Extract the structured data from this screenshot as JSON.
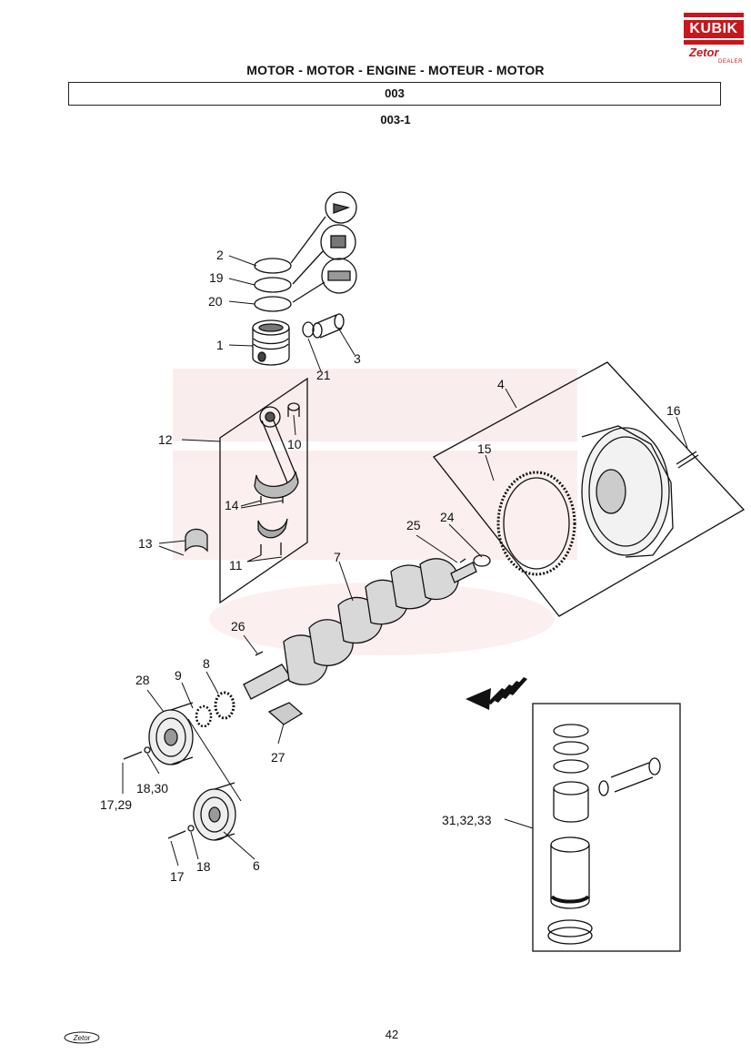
{
  "header": {
    "title": "MOTOR - MOTOR - ENGINE - MOTEUR - MOTOR",
    "section_code": "003",
    "figure_code": "003-1"
  },
  "brand": {
    "logo_text": "KUBIK",
    "sub_logo": "Zetor",
    "dealer_text": "DEALER",
    "color": "#c8161d"
  },
  "part_labels": {
    "p1": "1",
    "p2": "2",
    "p3": "3",
    "p4": "4",
    "p6": "6",
    "p7": "7",
    "p8": "8",
    "p9": "9",
    "p10": "10",
    "p11": "11",
    "p12": "12",
    "p13": "13",
    "p14": "14",
    "p15": "15",
    "p16": "16",
    "p17": "17",
    "p17_29": "17,29",
    "p18": "18",
    "p18_30": "18,30",
    "p19": "19",
    "p20": "20",
    "p21": "21",
    "p24": "24",
    "p25": "25",
    "p26": "26",
    "p27": "27",
    "p28": "28",
    "p31_32_33": "31,32,33"
  },
  "footer": {
    "page_number": "42",
    "logo": "Zetor"
  }
}
